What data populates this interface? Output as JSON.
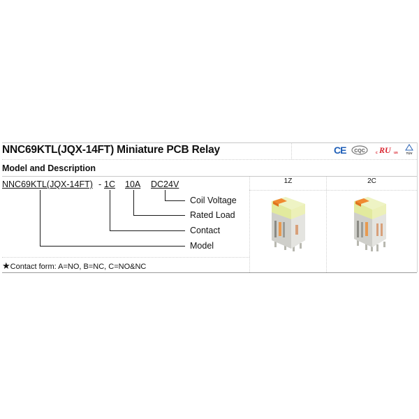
{
  "header": {
    "title": "NNC69KTL(JQX-14FT) Miniature PCB Relay",
    "certifications": [
      {
        "name": "CE",
        "label": "CE",
        "color": "#1f5fb8"
      },
      {
        "name": "CQC",
        "label": "CQC",
        "color": "#555555"
      },
      {
        "name": "cURus",
        "label": "c UL us",
        "color": "#d9232e"
      },
      {
        "name": "TUV",
        "label": "TÜV",
        "color": "#2a63b5"
      }
    ]
  },
  "section": {
    "title": "Model and Description"
  },
  "model_code": {
    "parts": [
      {
        "code": "NNC69KTL(JQX-14FT)",
        "meaning": "Model"
      },
      {
        "prefix": "- ",
        "code": "1C",
        "meaning": "Contact"
      },
      {
        "code": "10A",
        "meaning": "Rated Load"
      },
      {
        "code": "DC24V",
        "meaning": "Coil Voltage"
      }
    ],
    "labels": [
      "Coil Voltage",
      "Rated Load",
      "Contact",
      "Model"
    ]
  },
  "note": {
    "icon": "star-icon",
    "text": "Contact form: A=NO, B=NC, C=NO&NC"
  },
  "variants": [
    {
      "label": "1Z",
      "image": "relay-1z-image"
    },
    {
      "label": "2C",
      "image": "relay-2c-image"
    }
  ],
  "colors": {
    "relay_cover": "#e9efb8",
    "relay_tab": "#f08a30",
    "relay_body": "#d9d9d6",
    "grid": "#cfcfcf"
  }
}
